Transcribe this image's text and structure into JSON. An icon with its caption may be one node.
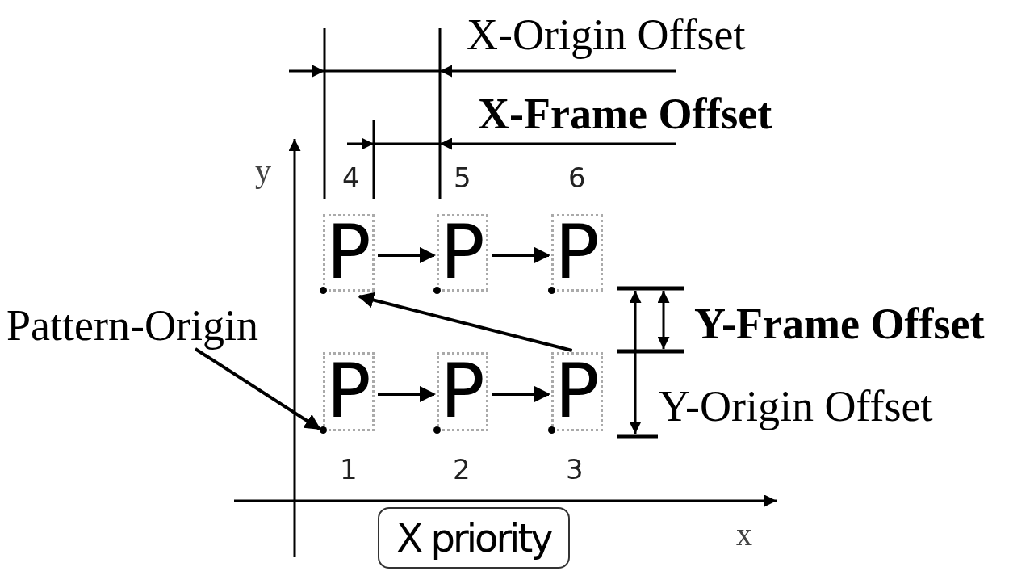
{
  "diagram": {
    "nodes": [
      {
        "text": [
          "P"
        ],
        "beside": [
          "4"
        ]
      },
      {
        "text": [
          "P"
        ],
        "beside": [
          "5"
        ]
      },
      {
        "text": [
          "P"
        ],
        "beside": [
          "6"
        ]
      },
      {
        "text": [
          "P"
        ],
        "beside": [
          "1"
        ]
      },
      {
        "text": [
          "P"
        ],
        "beside": [
          "2"
        ]
      },
      {
        "text": [
          "P"
        ],
        "beside": [
          "3"
        ]
      },
      {
        "text": [
          "Pattern-Origin"
        ]
      },
      {
        "text": [
          "X priority"
        ]
      }
    ],
    "edges": [
      {
        "from": 0,
        "to": 1,
        "arrow": "to"
      },
      {
        "from": 1,
        "to": 2,
        "arrow": "to"
      },
      {
        "from": 3,
        "to": 4,
        "arrow": "to"
      },
      {
        "from": 4,
        "to": 5,
        "arrow": "to"
      },
      {
        "from": 5,
        "to": 0,
        "arrow": "to"
      },
      {
        "from": 6,
        "to": 3,
        "arrow": "to"
      }
    ],
    "labels": [
      "X-Origin Offset",
      "X-Frame Offset",
      "y",
      "Y-Frame Offset",
      "Y-Origin Offset",
      "x"
    ]
  }
}
